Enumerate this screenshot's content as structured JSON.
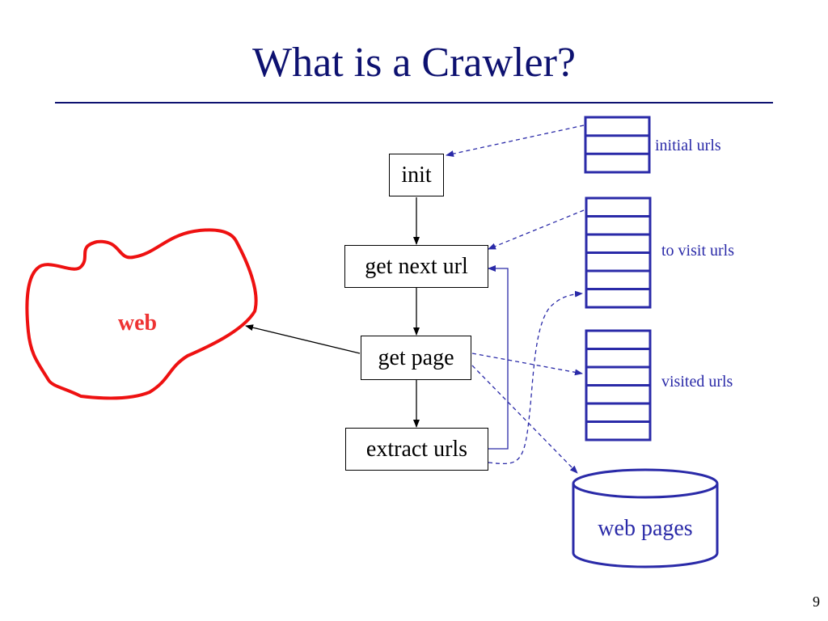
{
  "slide": {
    "title": "What is a Crawler?",
    "page_number": "9"
  },
  "diagram": {
    "steps": {
      "init": "init",
      "get_next_url": "get next url",
      "get_page": "get page",
      "extract_urls": "extract urls"
    },
    "web_label": "web",
    "queues": {
      "initial_urls": "initial urls",
      "to_visit_urls": "to visit urls",
      "visited_urls": "visited urls"
    },
    "database_label": "web pages",
    "colors": {
      "title": "#0d1170",
      "queue_blue": "#2a2aa8",
      "web_red": "#ee1111",
      "web_label_red": "#ee3333",
      "step_box_border": "#000000"
    }
  }
}
